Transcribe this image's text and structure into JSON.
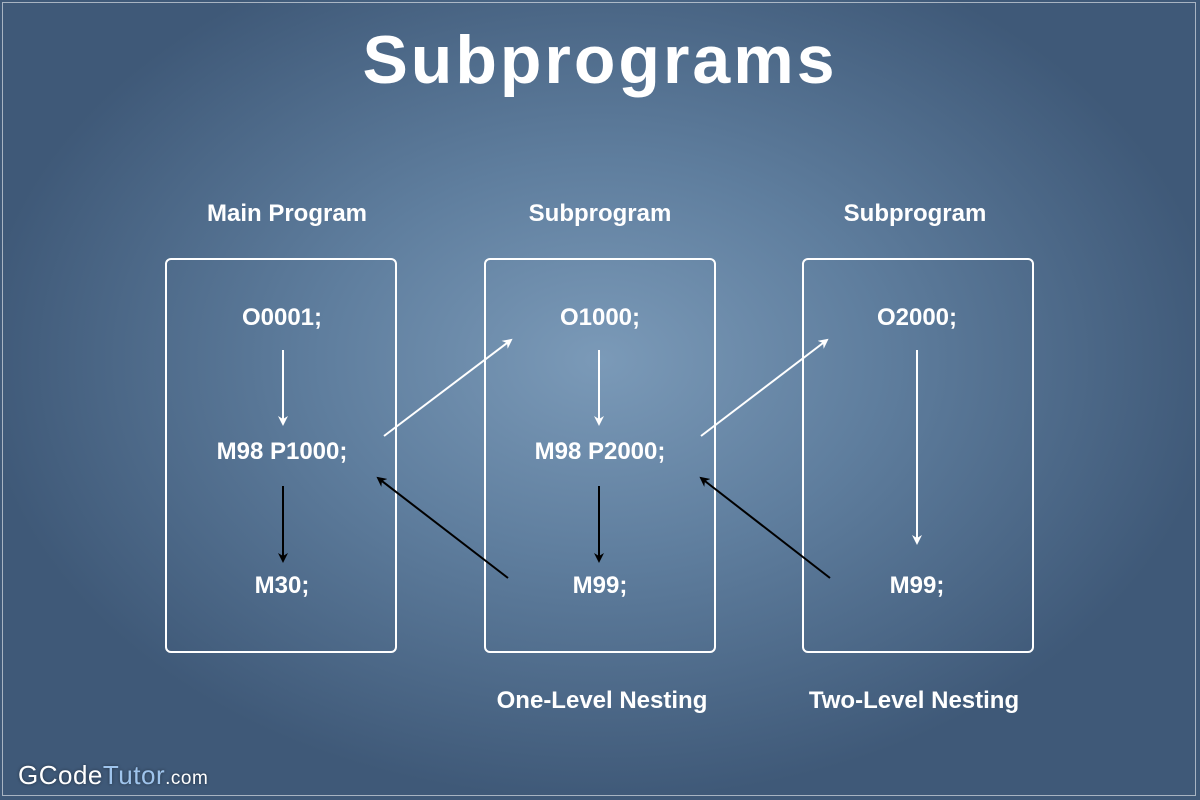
{
  "title": "Subprograms",
  "columns": [
    {
      "label": "Main Program",
      "lines": [
        "O0001;",
        "M98 P1000;",
        "M30;"
      ],
      "footer": ""
    },
    {
      "label": "Subprogram",
      "lines": [
        "O1000;",
        "M98 P2000;",
        "M99;"
      ],
      "footer": "One-Level Nesting"
    },
    {
      "label": "Subprogram",
      "lines": [
        "O2000;",
        "M99;"
      ],
      "footer": "Two-Level Nesting"
    }
  ],
  "logo": {
    "part1": "GCode",
    "part2": "Tutor",
    "part3": ".com"
  },
  "colors": {
    "call_arrow": "#ffffff",
    "return_arrow": "#000000"
  }
}
